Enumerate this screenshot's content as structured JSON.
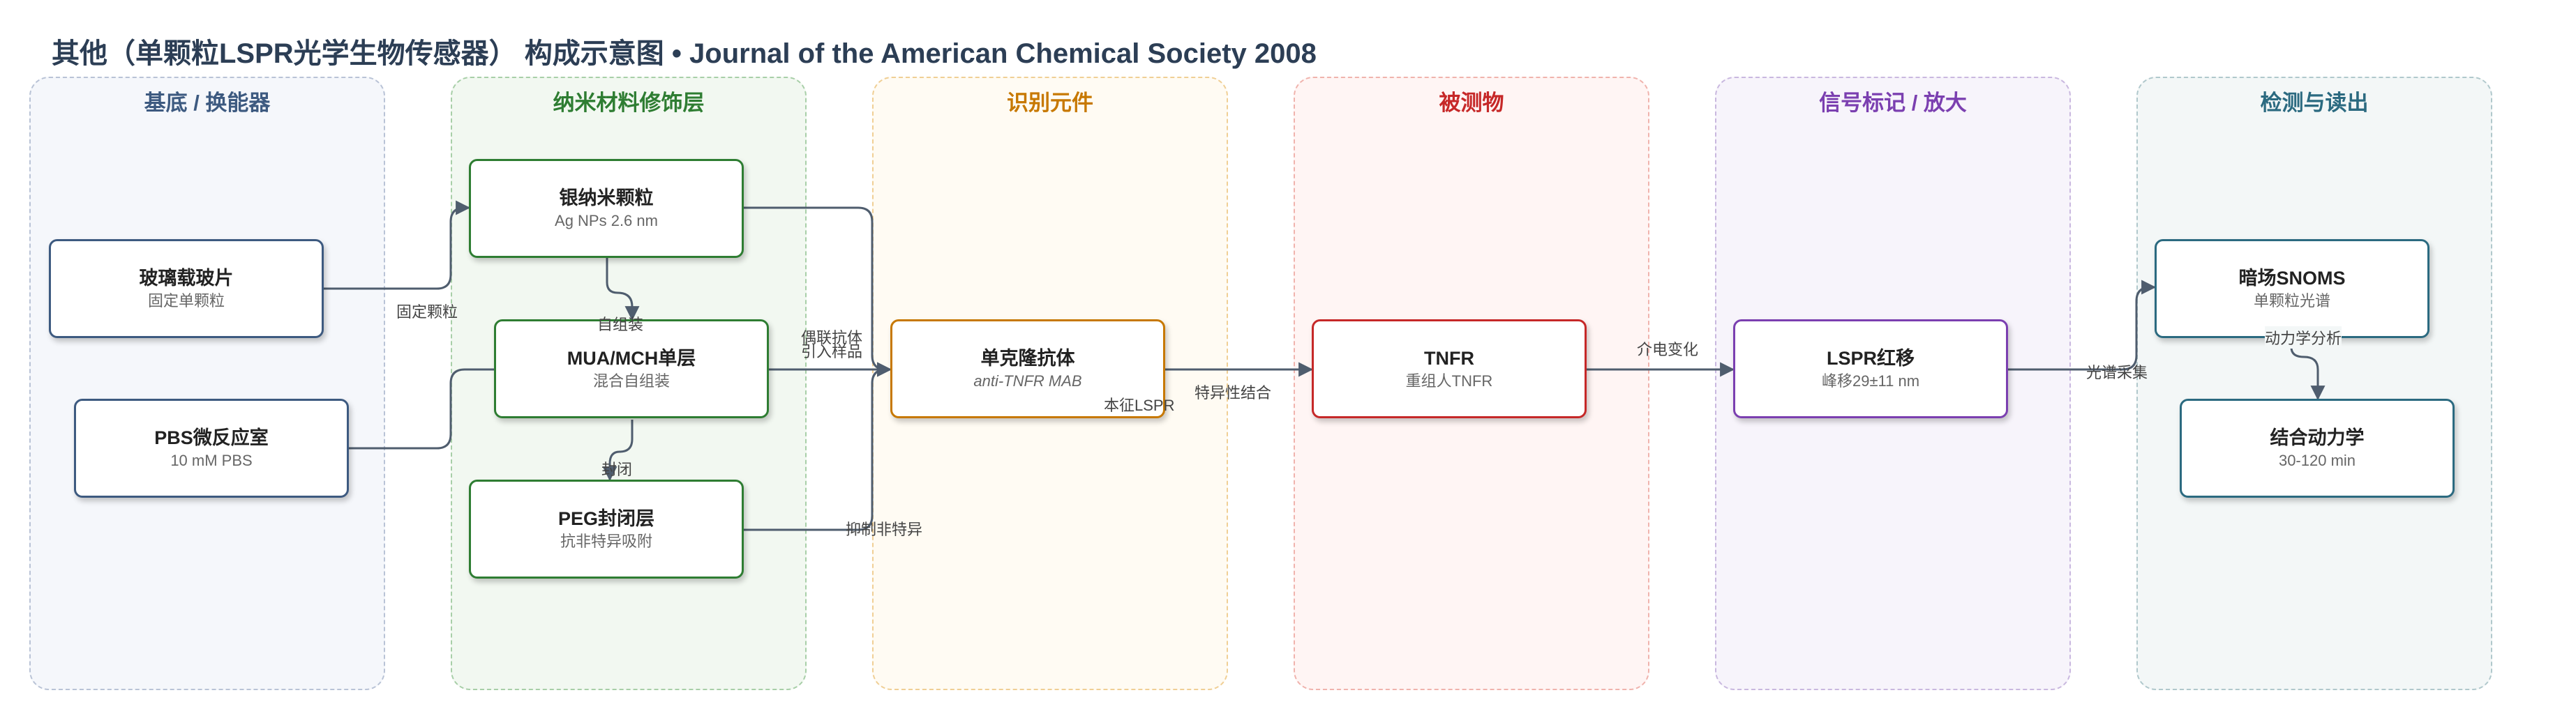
{
  "title": "其他（单颗粒LSPR光学生物传感器） 构成示意图 • Journal of the American Chemical Society 2008",
  "lanes": [
    {
      "title": "基底 / 换能器",
      "color": "#3d5a80"
    },
    {
      "title": "纳米材料修饰层",
      "color": "#2e7d32"
    },
    {
      "title": "识别元件",
      "color": "#c77800"
    },
    {
      "title": "被测物",
      "color": "#c62828"
    },
    {
      "title": "信号标记 / 放大",
      "color": "#7b3fb0"
    },
    {
      "title": "检测与读出",
      "color": "#2b6a80"
    }
  ],
  "nodes": {
    "glass": {
      "title": "玻璃载玻片",
      "sub": "固定单颗粒"
    },
    "pbs": {
      "title": "PBS微反应室",
      "sub": "10 mM PBS"
    },
    "agnp": {
      "title": "银纳米颗粒",
      "sub": "Ag NPs 2.6 nm"
    },
    "mua": {
      "title": "MUA/MCH单层",
      "sub": "混合自组装"
    },
    "peg": {
      "title": "PEG封闭层",
      "sub": "抗非特异吸附"
    },
    "mab": {
      "title": "单克隆抗体",
      "sub": "anti-TNFR MAB"
    },
    "tnfr": {
      "title": "TNFR",
      "sub": "重组人TNFR"
    },
    "lspr": {
      "title": "LSPR红移",
      "sub": "峰移29±11 nm"
    },
    "snoms": {
      "title": "暗场SNOMS",
      "sub": "单颗粒光谱"
    },
    "kinetics": {
      "title": "结合动力学",
      "sub": "30-120 min"
    }
  },
  "edge_labels": {
    "fix": "固定颗粒",
    "self_assembly": "自组装",
    "couple": "偶联抗体",
    "introduce": "引入样品",
    "intrinsic": "本征LSPR",
    "specific": "特异性结合",
    "block": "封闭",
    "suppress": "抑制非特异",
    "dielectric": "介电变化",
    "collect": "光谱采集",
    "dynamics": "动力学分析"
  }
}
